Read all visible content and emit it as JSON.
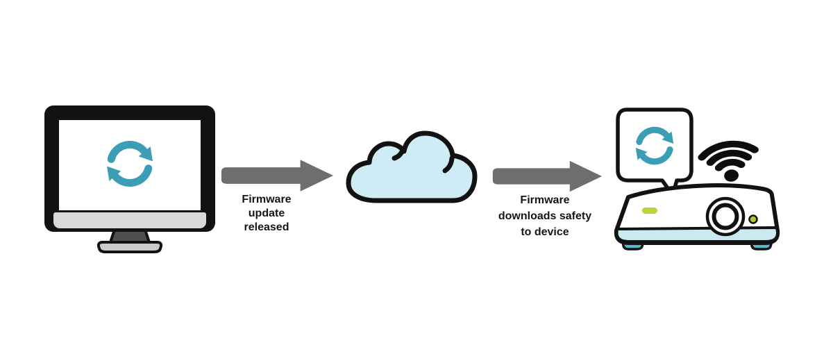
{
  "arrows": [
    {
      "direction": "right",
      "label_lines": [
        "Firmware",
        "update",
        "released"
      ]
    },
    {
      "direction": "right",
      "label_lines": [
        "Firmware",
        "downloads safety",
        "to device"
      ]
    }
  ],
  "nodes": [
    {
      "id": "computer",
      "icon": "sync-icon"
    },
    {
      "id": "cloud"
    },
    {
      "id": "projector",
      "icons": [
        "sync-icon",
        "wifi-icon"
      ],
      "details": [
        "speech-bubble",
        "lens",
        "indicator-light",
        "power-led"
      ]
    }
  ],
  "colors": {
    "sync_teal": "#3b9eb5",
    "cloud_blue": "#cdecf6",
    "arrow_gray": "#6e6e6e",
    "outline": "#121212",
    "projector_strip_blue": "#c9eaf2",
    "foot_teal": "#57b9c9",
    "indicator_green": "#b9d53a",
    "led_green": "#a8ca33",
    "monitor_bezel_gray": "#d9d9d9",
    "text": "#161616"
  }
}
